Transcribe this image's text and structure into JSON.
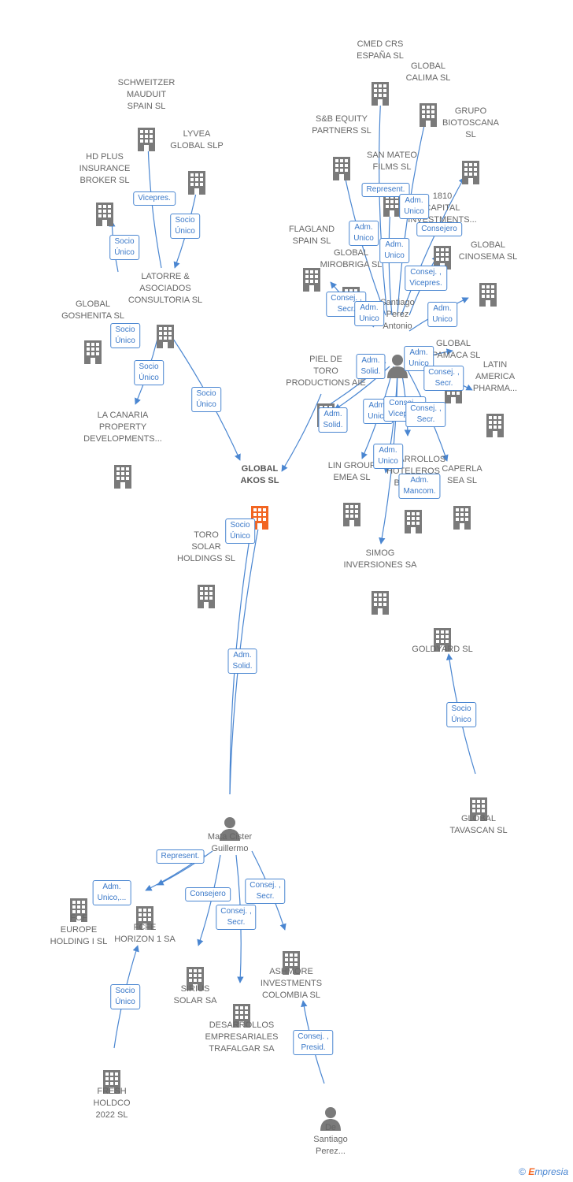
{
  "graph": {
    "colors": {
      "edge": "#4a86d1",
      "building": "#7a7a7a",
      "main_building": "#f26522",
      "person": "#7a7a7a"
    },
    "footer": {
      "copyright": "©",
      "brand_initial": "E",
      "brand_rest": "mpresia"
    },
    "nodes": [
      {
        "id": "schweitzer",
        "type": "company",
        "label": "SCHWEITZER\nMAUDUIT\nSPAIN SL"
      },
      {
        "id": "lyvea",
        "type": "company",
        "label": "LYVEA\nGLOBAL SLP"
      },
      {
        "id": "hdplus",
        "type": "company",
        "label": "HD PLUS\nINSURANCE\nBROKER SL"
      },
      {
        "id": "latorre",
        "type": "company",
        "label": "LATORRE &\nASOCIADOS\nCONSULTORIA SL"
      },
      {
        "id": "goshenita",
        "type": "company",
        "label": "GLOBAL\nGOSHENITA SL"
      },
      {
        "id": "lacanaria",
        "type": "company",
        "label": "LA CANARIA\nPROPERTY\nDEVELOPMENTS..."
      },
      {
        "id": "globalakos",
        "type": "main",
        "label": "GLOBAL\nAKOS SL"
      },
      {
        "id": "torosolar",
        "type": "company",
        "label": "TORO\nSOLAR\nHOLDINGS SL"
      },
      {
        "id": "cmed",
        "type": "company",
        "label": "CMED CRS\nESPAÑA SL"
      },
      {
        "id": "calima",
        "type": "company",
        "label": "GLOBAL\nCALIMA SL"
      },
      {
        "id": "sbequity",
        "type": "company",
        "label": "S&B EQUITY\nPARTNERS SL"
      },
      {
        "id": "biotoscana",
        "type": "company",
        "label": "GRUPO\nBIOTOSCANA\nSL"
      },
      {
        "id": "sanmateo",
        "type": "company",
        "label": "SAN MATEO\nFILMS SL"
      },
      {
        "id": "capital1810",
        "type": "company",
        "label": "1810\nCAPITAL\nINVESTMENTS..."
      },
      {
        "id": "flagland",
        "type": "company",
        "label": "FLAGLAND\nSPAIN SL"
      },
      {
        "id": "mirobriga",
        "type": "company",
        "label": "GLOBAL\nMIROBRIGA SL"
      },
      {
        "id": "cinosema",
        "type": "company",
        "label": "GLOBAL\nCINOSEMA SL"
      },
      {
        "id": "santiago",
        "type": "person",
        "label": "Santiago\nPerez\nAntonio"
      },
      {
        "id": "pieldetoro",
        "type": "company",
        "label": "PIEL DE\nTORO\nPRODUCTIONS AIE"
      },
      {
        "id": "apamaca",
        "type": "company",
        "label": "GLOBAL\nAPAMACA SL"
      },
      {
        "id": "latinamerica",
        "type": "company",
        "label": "LATIN\nAMERICA\nPHARMA..."
      },
      {
        "id": "lingroup",
        "type": "company",
        "label": "LIN GROUP\nEMEA SL"
      },
      {
        "id": "desarrollosbar",
        "type": "company",
        "label": "DESARROLLOS\nHOTELEROS\nBARIA SL"
      },
      {
        "id": "caperla",
        "type": "company",
        "label": "CAPERLA\nSEA SL"
      },
      {
        "id": "simog",
        "type": "company",
        "label": "SIMOG\nINVERSIONES SA"
      },
      {
        "id": "goldyard",
        "type": "company",
        "label": "GOLDYARD SL"
      },
      {
        "id": "tavascan",
        "type": "company",
        "label": "GLOBAL\nTAVASCAN SL"
      },
      {
        "id": "mata",
        "type": "person",
        "label": "Mata Cister\nGuillermo"
      },
      {
        "id": "fcfeeurope",
        "type": "company",
        "label": "FCF\nEUROPE\nHOLDING I SL"
      },
      {
        "id": "fcfehorizon",
        "type": "company",
        "label": "FCFE\nHORIZON 1 SA"
      },
      {
        "id": "sirius",
        "type": "company",
        "label": "SIRIUS\nSOLAR SA"
      },
      {
        "id": "ashmore",
        "type": "company",
        "label": "ASHMORE\nINVESTMENTS\nCOLOMBIA SL"
      },
      {
        "id": "desempresariales",
        "type": "company",
        "label": "DESARROLLOS\nEMPRESARIALES\nTRAFALGAR SA"
      },
      {
        "id": "fresh",
        "type": "company",
        "label": "FRESH\nHOLDCO\n2022 SL"
      },
      {
        "id": "desantiago",
        "type": "person",
        "label": "De\nSantiago\nPerez..."
      }
    ],
    "edges": [
      {
        "id": "e1",
        "label": "Vicepres."
      },
      {
        "id": "e2",
        "label": "Socio\nÚnico"
      },
      {
        "id": "e3",
        "label": "Socio\nÚnico"
      },
      {
        "id": "e4",
        "label": "Socio\nÚnico"
      },
      {
        "id": "e5",
        "label": "Socio\nÚnico"
      },
      {
        "id": "e6",
        "label": "Socio\nÚnico"
      },
      {
        "id": "e7",
        "label": "Socio\nÚnico"
      },
      {
        "id": "e8",
        "label": "Adm.\nSolid."
      },
      {
        "id": "e9",
        "label": "Represent."
      },
      {
        "id": "e10",
        "label": "Adm.\nUnico"
      },
      {
        "id": "e11",
        "label": "Consejero"
      },
      {
        "id": "e12",
        "label": "Adm.\nUnico"
      },
      {
        "id": "e13",
        "label": "Adm.\nUnico"
      },
      {
        "id": "e14",
        "label": "Consej. ,\nVicepres."
      },
      {
        "id": "e15",
        "label": "Consej. ,\nSecr."
      },
      {
        "id": "e16",
        "label": "Adm.\nUnico"
      },
      {
        "id": "e17",
        "label": "Adm.\nUnico"
      },
      {
        "id": "e18",
        "label": "Adm.\nSolid."
      },
      {
        "id": "e19",
        "label": "Adm.\nUnico"
      },
      {
        "id": "e20",
        "label": "Consej. ,\nSecr."
      },
      {
        "id": "e21",
        "label": "Adm.\nSolid."
      },
      {
        "id": "e22",
        "label": "Adm.\nUnico"
      },
      {
        "id": "e23",
        "label": "Consej. ,\nVicepres."
      },
      {
        "id": "e24",
        "label": "Consej. ,\nSecr."
      },
      {
        "id": "e25",
        "label": "Adm.\nUnico"
      },
      {
        "id": "e26",
        "label": "Adm.\nMancom."
      },
      {
        "id": "e27",
        "label": "Socio\nÚnico"
      },
      {
        "id": "e28",
        "label": "Adm.\nSolid."
      },
      {
        "id": "e29",
        "label": "Represent."
      },
      {
        "id": "e30",
        "label": "Adm.\nUnico,..."
      },
      {
        "id": "e31",
        "label": "Consejero"
      },
      {
        "id": "e32",
        "label": "Consej. ,\nSecr."
      },
      {
        "id": "e33",
        "label": "Consej. ,\nSecr."
      },
      {
        "id": "e34",
        "label": "Socio\nÚnico"
      },
      {
        "id": "e35",
        "label": "Consej. ,\nPresid."
      }
    ]
  }
}
